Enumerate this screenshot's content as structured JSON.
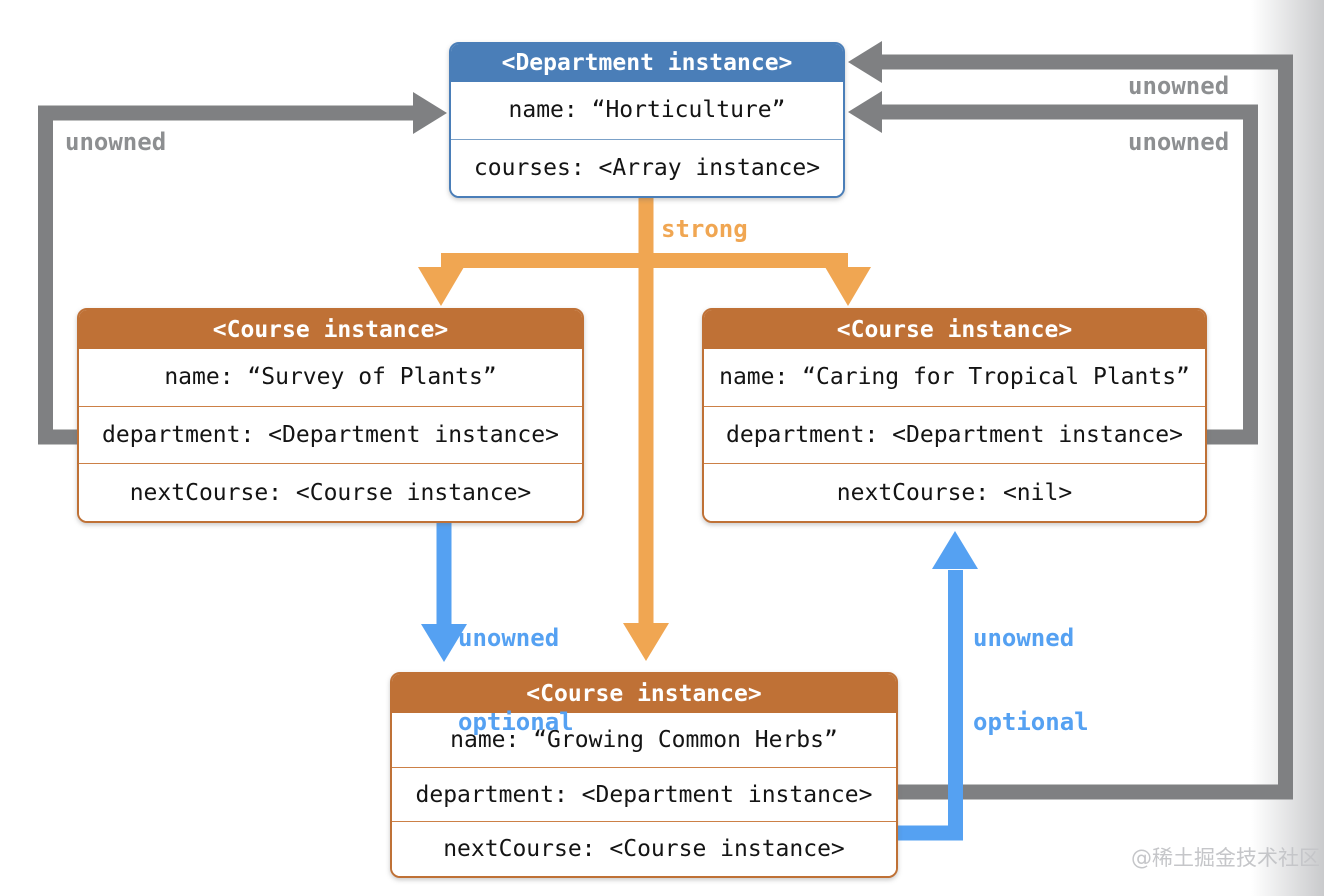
{
  "boxes": {
    "department": {
      "title": "<Department instance>",
      "rows": [
        "name: “Horticulture”",
        "courses: <Array instance>"
      ]
    },
    "course_left": {
      "title": "<Course instance>",
      "rows": [
        "name: “Survey of Plants”",
        "department: <Department instance>",
        "nextCourse: <Course instance>"
      ]
    },
    "course_right": {
      "title": "<Course instance>",
      "rows": [
        "name: “Caring for Tropical Plants”",
        "department: <Department instance>",
        "nextCourse: <nil>"
      ]
    },
    "course_bottom": {
      "title": "<Course instance>",
      "rows": [
        "name: “Growing Common Herbs”",
        "department: <Department instance>",
        "nextCourse: <Course instance>"
      ]
    }
  },
  "labels": {
    "strong": "strong",
    "unowned": "unowned",
    "unowned_optional": [
      "unowned",
      "optional"
    ]
  },
  "watermark": "@稀土掘金技术社区",
  "colors": {
    "department_blue": "#4a7eb8",
    "course_orange": "#bf7136",
    "strong_orange": "#f0a652",
    "unowned_gray": "#7f8082",
    "optional_blue": "#55a1f2",
    "watermark_gray": "#c5c6c9"
  }
}
